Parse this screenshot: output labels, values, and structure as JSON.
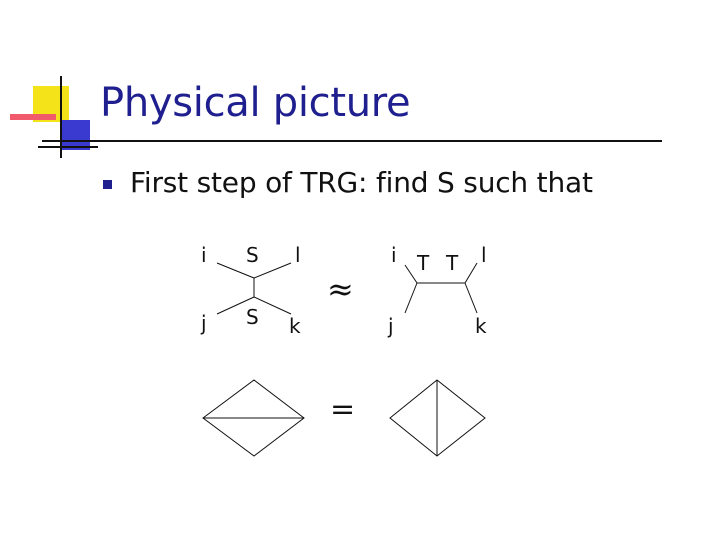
{
  "slide": {
    "title": "Physical picture",
    "bullet": "First step of TRG: find S such that"
  },
  "diagram": {
    "left_labels": {
      "i": "i",
      "j": "j",
      "k": "k",
      "l": "l",
      "s_top": "S",
      "s_bottom": "S"
    },
    "approx_symbol": "≈",
    "right_labels": {
      "i": "i",
      "j": "j",
      "k": "k",
      "l": "l",
      "t_left": "T",
      "t_right": "T"
    },
    "equals_symbol": "="
  },
  "colors": {
    "title": "#1f1f8f",
    "text": "#111111",
    "accent_yellow": "#f5e31a",
    "accent_red": "#f05a6a",
    "accent_blue": "#3a3ad0"
  }
}
